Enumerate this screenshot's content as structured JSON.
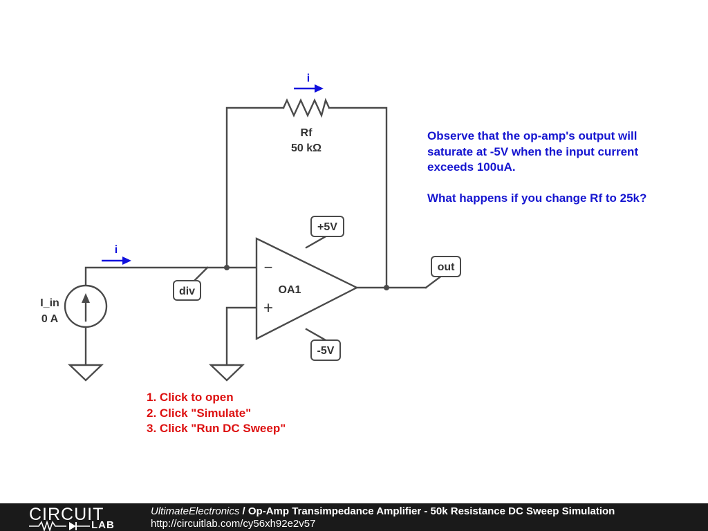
{
  "circuit": {
    "resistor": {
      "name": "Rf",
      "value": "50 kΩ",
      "current_label": "i"
    },
    "source": {
      "name": "I_in",
      "value": "0 A",
      "current_label": "i"
    },
    "opamp": {
      "name": "OA1",
      "minus_symbol": "−",
      "plus_symbol": "+"
    },
    "tags": {
      "positive_rail": "+5V",
      "negative_rail": "-5V",
      "div": "div",
      "out": "out"
    }
  },
  "note": {
    "line1": "Observe that the op-amp's output will",
    "line2": "saturate at -5V when the input current",
    "line3": "exceeds 100uA.",
    "line4": "What happens if you change Rf to 25k?"
  },
  "steps": {
    "step1": "1. Click to open",
    "step2": "2. Click \"Simulate\"",
    "step3": "3. Click \"Run DC Sweep\""
  },
  "footer": {
    "logo_top": "CIRCUIT",
    "logo_bottom": "LAB",
    "author": "UltimateElectronics",
    "separator": " / ",
    "title": "Op-Amp Transimpedance Amplifier - 50k Resistance DC Sweep Simulation",
    "url": "http://circuitlab.com/cy56xh92e2v57"
  },
  "colors": {
    "wire": "#4a4a4a",
    "annotation_blue": "#1010dd",
    "instruction_red": "#dd1111",
    "footer_bg": "#1a1a1a"
  }
}
